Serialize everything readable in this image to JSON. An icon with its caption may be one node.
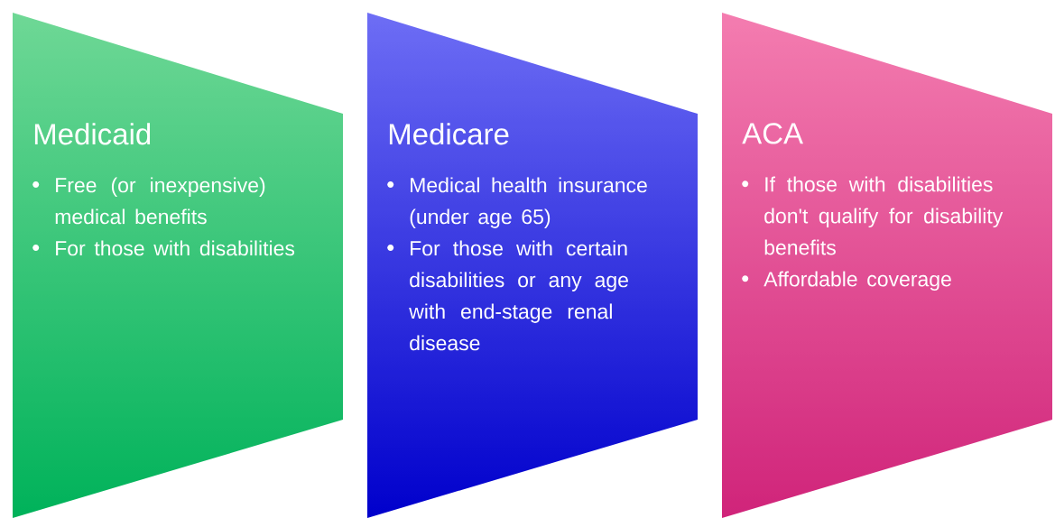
{
  "diagram": {
    "nodes": [
      {
        "text": [
          "Medicaid",
          "Free (or inexpensive) medical benefits",
          "For those with disabilities"
        ]
      },
      {
        "text": [
          "Medicare",
          "Medical health insurance (under age 65)",
          "For those with certain disabilities or any age with end-stage renal disease"
        ]
      },
      {
        "text": [
          "ACA",
          "If those with disabilities don't qualify for disability benefits",
          "Affordable coverage"
        ]
      }
    ]
  }
}
